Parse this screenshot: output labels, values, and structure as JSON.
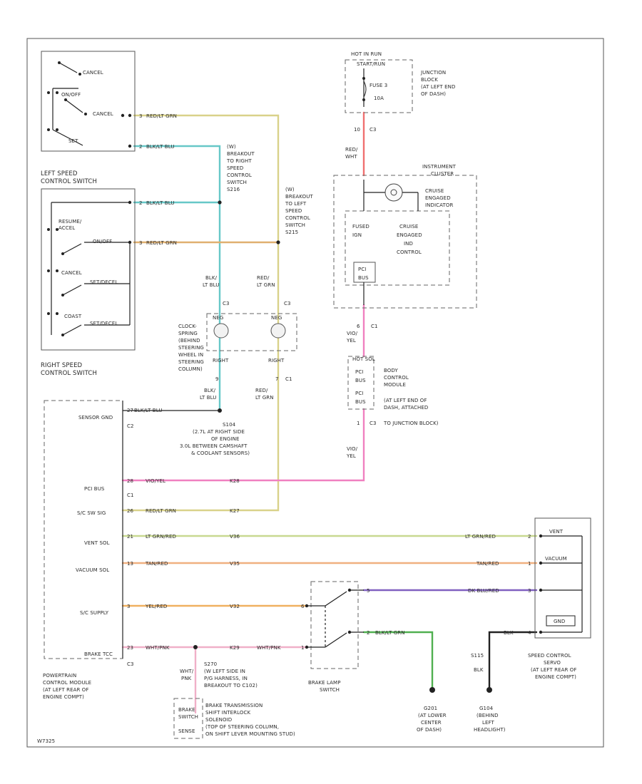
{
  "colors": {
    "red_grn": "#d9d28a",
    "blk_lt_blu": "#67c8c8",
    "red_lt_grn": "#e0b070",
    "red_wht": "#f07070",
    "vio_yel": "#f080c0",
    "lt_grn_red": "#c8d890",
    "tan_red": "#f0b080",
    "yel_red": "#f0b060",
    "wht_pnk": "#f0b0c8",
    "dk_blu_red": "#8060c0",
    "blk_grn": "#50b050",
    "ground": "#222222"
  },
  "switches": {
    "upper_cancel": "CANCEL",
    "on_off": "ON/OFF",
    "upper_cancel2": "CANCEL",
    "set": "SET",
    "left_switch_line1": "LEFT SPEED",
    "left_switch_line2": "CONTROL SWITCH",
    "resume": "RESUME/",
    "accel": "ACCEL",
    "resume_short": "ON/OFF",
    "cancel": "CANCEL",
    "cancel_sub": "SET/DECEL",
    "coast": "COAST",
    "coast_sub": "SET/DECEL",
    "right_switch_line1": "RIGHT SPEED",
    "right_switch_line2": "CONTROL SWITCH"
  },
  "wire_labels": {
    "w1": "RED/LT GRN",
    "w2": "BLK/LT BLU",
    "w3": "BLK/LT BLU",
    "w4": "RED/LT GRN",
    "pin1": "3",
    "pin2": "2",
    "pin3": "2",
    "pin4": "3"
  },
  "breakouts": {
    "right_l1": "(W)",
    "right_l2": "BREAKOUT",
    "right_l3": "TO RIGHT",
    "right_l4": "SPEED",
    "right_l5": "CONTROL",
    "right_l6": "SWITCH",
    "right_l7": "S216",
    "left_l1": "(W)",
    "left_l2": "BREAKOUT",
    "left_l3": "TO LEFT",
    "left_l4": "SPEED",
    "left_l5": "CONTROL",
    "left_l6": "SWITCH",
    "left_l7": "S215"
  },
  "clockspring": {
    "blk_lt_blu": "BLK/",
    "blk_lt_blu2": "LT BLU",
    "red_lt_grn": "RED/",
    "red_lt_grn2": "LT GRN",
    "c1": "C3",
    "c2": "C3",
    "neg": "NEG",
    "neg2": "NEG",
    "l1": "CLOCK-",
    "l2": "SPRING",
    "l3": "(BEHIND",
    "l4": "STEERING",
    "l5": "WHEEL IN",
    "l6": "STEERING",
    "l7": "COLUMN)",
    "bot_l": "BLK/",
    "bot_l2": "LT BLU",
    "bot_r": "RED/",
    "bot_r2": "LT GRN",
    "c1b": "C1",
    "sig1": "RIGHT",
    "sig2": "RIGHT",
    "pin_a": "9",
    "pin_b": "7"
  },
  "fuse": {
    "hot": "HOT IN RUN",
    "hot2": "START/RUN",
    "fuse": "FUSE 3",
    "amps": "10A",
    "jb1": "JUNCTION",
    "jb2": "BLOCK",
    "jb3": "(AT LEFT END",
    "jb4": "OF DASH)",
    "pin": "10",
    "c": "C3",
    "wire1": "RED/",
    "wire2": "WHT"
  },
  "cluster": {
    "l1": "INSTRUMENT",
    "l2": "CLUSTER",
    "ind1": "CRUISE",
    "ind2": "ENGAGED",
    "ind3": "INDICATOR",
    "fused1": "FUSED",
    "fused2": "IGN",
    "ctrl1": "CRUISE",
    "ctrl2": "ENGAGED",
    "ctrl3": "IND",
    "ctrl4": "CONTROL",
    "pci1": "PCI",
    "pci2": "BUS",
    "pin": "6",
    "c": "C1",
    "wire1": "VIO/",
    "wire2": "YEL"
  },
  "bcm": {
    "hot": "HOT SOL",
    "pci1": "PCI",
    "pci2": "BUS",
    "pci3": "PCI",
    "pci4": "BUS",
    "l1": "BODY",
    "l2": "CONTROL",
    "l3": "MODULE",
    "l4": "(AT LEFT END OF",
    "l5": "DASH, ATTACHED",
    "l6": "TO JUNCTION BLOCK)",
    "pin": "1",
    "c": "C3",
    "wire1": "VIO/",
    "wire2": "YEL"
  },
  "pcm": {
    "sensor_gnd": "SENSOR GND",
    "c2": "C2",
    "pci_bus": "PCI BUS",
    "c1": "C1",
    "sc_sw_sig": "S/C SW SIG",
    "vent_sol": "VENT SOL",
    "vacuum_sol": "VACUUM SOL",
    "sc_supply": "S/C SUPPLY",
    "brake_tcc": "BRAKE TCC",
    "c3": "C3",
    "l1": "POWERTRAIN",
    "l2": "CONTROL MODULE",
    "l3": "(AT LEFT REAR OF",
    "l4": "ENGINE COMPT)",
    "pin_sg": "27",
    "pin_pci": "28",
    "pin_sw": "26",
    "pin_vent": "21",
    "pin_vac": "13",
    "pin_sup": "3",
    "pin_brk": "23",
    "wire_sg": "BLK/LT BLU",
    "wire_pci": "VIO/YEL",
    "wire_sw": "RED/LT GRN",
    "wire_vent": "LT GRN/RED",
    "wire_vac": "TAN/RED",
    "wire_sup": "YEL/RED",
    "wire_brk": "WHT/PNK",
    "k_pci": "K28",
    "k_sw": "K27",
    "k_vent": "V36",
    "k_vac": "V35",
    "k_sup": "V32",
    "k_brk": "K29"
  },
  "splice": {
    "l1": "S104",
    "l2": "(2.7L AT RIGHT SIDE",
    "l3": "OF ENGINE",
    "l4": "3.0L BETWEEN CAMSHAFT",
    "l5": "& COOLANT SENSORS)"
  },
  "servo": {
    "vent": "VENT",
    "vacuum": "VACUUM",
    "dk": "DK BLU/RED",
    "vent_wire": "LT GRN/RED",
    "vac_wire": "TAN/RED",
    "gnd": "GND",
    "blk": "BLK",
    "l1": "SPEED CONTROL",
    "l2": "SERVO",
    "l3": "(AT LEFT REAR OF",
    "l4": "ENGINE COMPT)",
    "p1": "2",
    "p2": "1",
    "p3": "3",
    "p4": "4"
  },
  "brake": {
    "wire_out": "WHT/PNK",
    "k29": "K29",
    "l1": "BRAKE LAMP",
    "l2": "SWITCH",
    "p1": "6",
    "p2": "5",
    "p3": "1",
    "p4": "2",
    "blk_grn": "BLK/LT GRN"
  },
  "s270": {
    "l1": "S270",
    "l2": "(W LEFT SIDE IN",
    "l3": "P/G HARNESS, IN",
    "l4": "BREAKOUT TO C102)",
    "w1": "WHT/",
    "w2": "PNK",
    "bs1": "BRAKE",
    "bs2": "SWITCH",
    "bs3": "SENSE",
    "bt1": "BRAKE TRANSMISSION",
    "bt2": "SHIFT INTERLOCK",
    "bt3": "SOLENOID",
    "bt4": "(TOP OF STEERING COLUMN,",
    "bt5": "ON SHIFT LEVER MOUNTING STUD)"
  },
  "grounds": {
    "g1_l1": "G201",
    "g1_l2": "(AT LOWER",
    "g1_l3": "CENTER",
    "g1_l4": "OF DASH)",
    "g2_l1": "G104",
    "g2_l2": "(BEHIND",
    "g2_l3": "LEFT",
    "g2_l4": "HEADLIGHT)",
    "s115": "S115",
    "blk": "BLK"
  },
  "footer": {
    "id": "W7325"
  }
}
